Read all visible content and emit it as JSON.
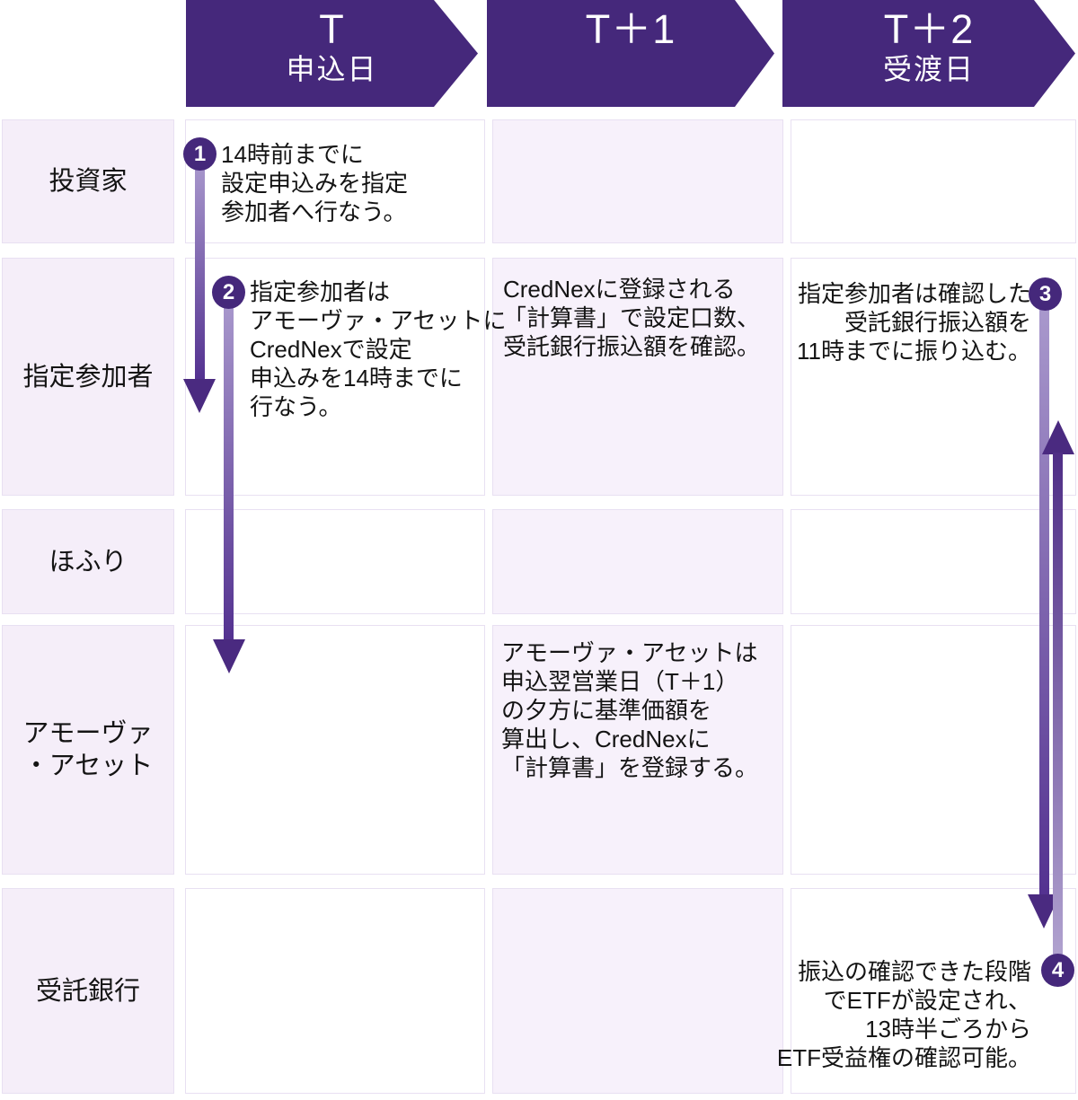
{
  "colors": {
    "banner_purple": "#45287b",
    "circle_purple": "#45287b",
    "arrow_dark": "#4a2a80",
    "arrow_light": "#b0a2d0",
    "actor_cell_bg": "#f5eef9",
    "t1_column_bg": "#f7f1fb",
    "cell_border": "#e8e0f2",
    "text": "#141414"
  },
  "timeline": {
    "columns": [
      {
        "title": "T",
        "subtitle": "申込日"
      },
      {
        "title": "T＋1",
        "subtitle": ""
      },
      {
        "title": "T＋2",
        "subtitle": "受渡日"
      }
    ]
  },
  "actors": [
    {
      "label": "投資家"
    },
    {
      "label": "指定参加者"
    },
    {
      "label": "ほふり"
    },
    {
      "label": "アモーヴァ・アセット",
      "label_lines": [
        "アモーヴァ",
        "・アセット"
      ]
    },
    {
      "label": "受託銀行"
    }
  ],
  "steps": [
    {
      "number": "1",
      "actor": "投資家",
      "day": "T",
      "lines": [
        "14時前までに",
        "設定申込みを指定",
        "参加者へ行なう。"
      ]
    },
    {
      "number": "2",
      "actor": "指定参加者",
      "day": "T",
      "lines": [
        "指定参加者は",
        "アモーヴァ・アセットに",
        "CredNexで設定",
        "申込みを14時までに",
        "行なう。"
      ]
    },
    {
      "number": "3",
      "actor": "指定参加者",
      "day": "T＋2",
      "lines": [
        "指定参加者は確認した",
        "受託銀行振込額を",
        "11時までに振り込む。"
      ]
    },
    {
      "number": "4",
      "actor": "受託銀行",
      "day": "T＋2",
      "lines": [
        "振込の確認できた段階",
        "でETFが設定され、",
        "13時半ごろから",
        "ETF受益権の確認可能。"
      ]
    }
  ],
  "notes": [
    {
      "actor": "指定参加者",
      "day": "T＋1",
      "lines": [
        "CredNexに登録される",
        "「計算書」で設定口数、",
        "受託銀行振込額を確認。"
      ]
    },
    {
      "actor": "アモーヴァ・アセット",
      "day": "T＋1",
      "lines": [
        "アモーヴァ・アセットは",
        "申込翌営業日（T＋1）",
        "の夕方に基準価額を",
        "算出し、CredNexに",
        "「計算書」を登録する。"
      ]
    }
  ]
}
